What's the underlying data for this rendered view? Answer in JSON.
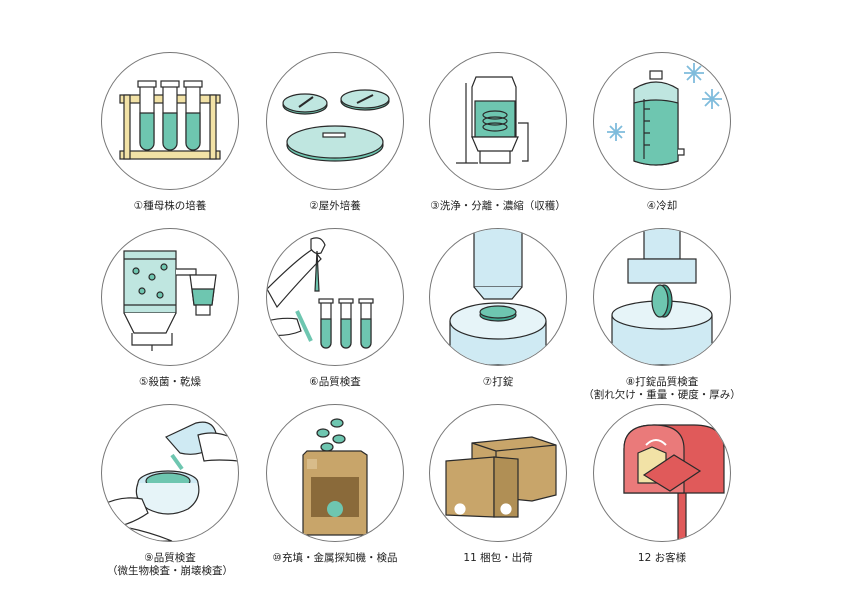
{
  "colors": {
    "liquid": "#6ec6b0",
    "liquid_light": "#bfe6e0",
    "ice": "#cfeaf3",
    "wood": "#f2e2a6",
    "box": "#c8a56a",
    "mailbox": "#e05a5a",
    "outline": "#2a2a2a",
    "circle": "#777777"
  },
  "steps": [
    {
      "caption": "①種母株の培養",
      "icon": "test-tube-rack-icon"
    },
    {
      "caption": "②屋外培養",
      "icon": "petri-dish-icon"
    },
    {
      "caption": "③洗浄・分離・濃縮（収穫）",
      "icon": "filter-apparatus-icon"
    },
    {
      "caption": "④冷却",
      "icon": "cooling-tank-icon"
    },
    {
      "caption": "⑤殺菌・乾燥",
      "icon": "sterilize-dryer-icon"
    },
    {
      "caption": "⑥品質検査",
      "icon": "pipette-test-icon"
    },
    {
      "caption": "⑦打錠",
      "icon": "tablet-press-icon"
    },
    {
      "caption": "⑧打錠品質検査",
      "caption2": "（割れ欠け・重量・硬度・厚み）",
      "icon": "tablet-inspection-icon"
    },
    {
      "caption": "⑨品質検査",
      "caption2": "（微生物検査・崩壊検査）",
      "icon": "pouring-test-icon"
    },
    {
      "caption": "⑩充填・金属探知機・検品",
      "icon": "package-filling-icon"
    },
    {
      "caption": "11 梱包・出荷",
      "icon": "shipping-box-icon"
    },
    {
      "caption": "12 お客様",
      "icon": "mailbox-icon"
    }
  ]
}
